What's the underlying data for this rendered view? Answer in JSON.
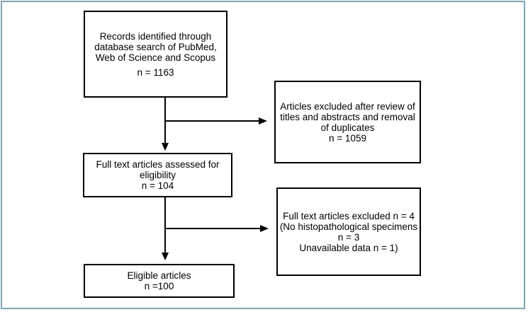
{
  "colors": {
    "outer_frame": "#7ba6b1",
    "box_border": "#000000",
    "text": "#000000",
    "background": "#ffffff",
    "arrow": "#000000"
  },
  "boxes": {
    "records": {
      "lines": [
        "Records identified through",
        "database search of PubMed,",
        "Web of Science and Scopus"
      ],
      "count": "n = 1163"
    },
    "excluded_titles_abstracts": {
      "lines": [
        "Articles excluded after review of",
        "titles and abstracts and removal",
        "of duplicates",
        "n = 1059"
      ]
    },
    "full_text_assessed": {
      "lines": [
        "Full text articles assessed for",
        "eligibility",
        "n = 104"
      ]
    },
    "full_text_excluded": {
      "lines": [
        "Full text articles excluded n = 4",
        "(No histopathological specimens",
        "n = 3",
        "Unavailable data n = 1)"
      ]
    },
    "eligible": {
      "lines": [
        "Eligible articles",
        "n =100"
      ]
    }
  }
}
